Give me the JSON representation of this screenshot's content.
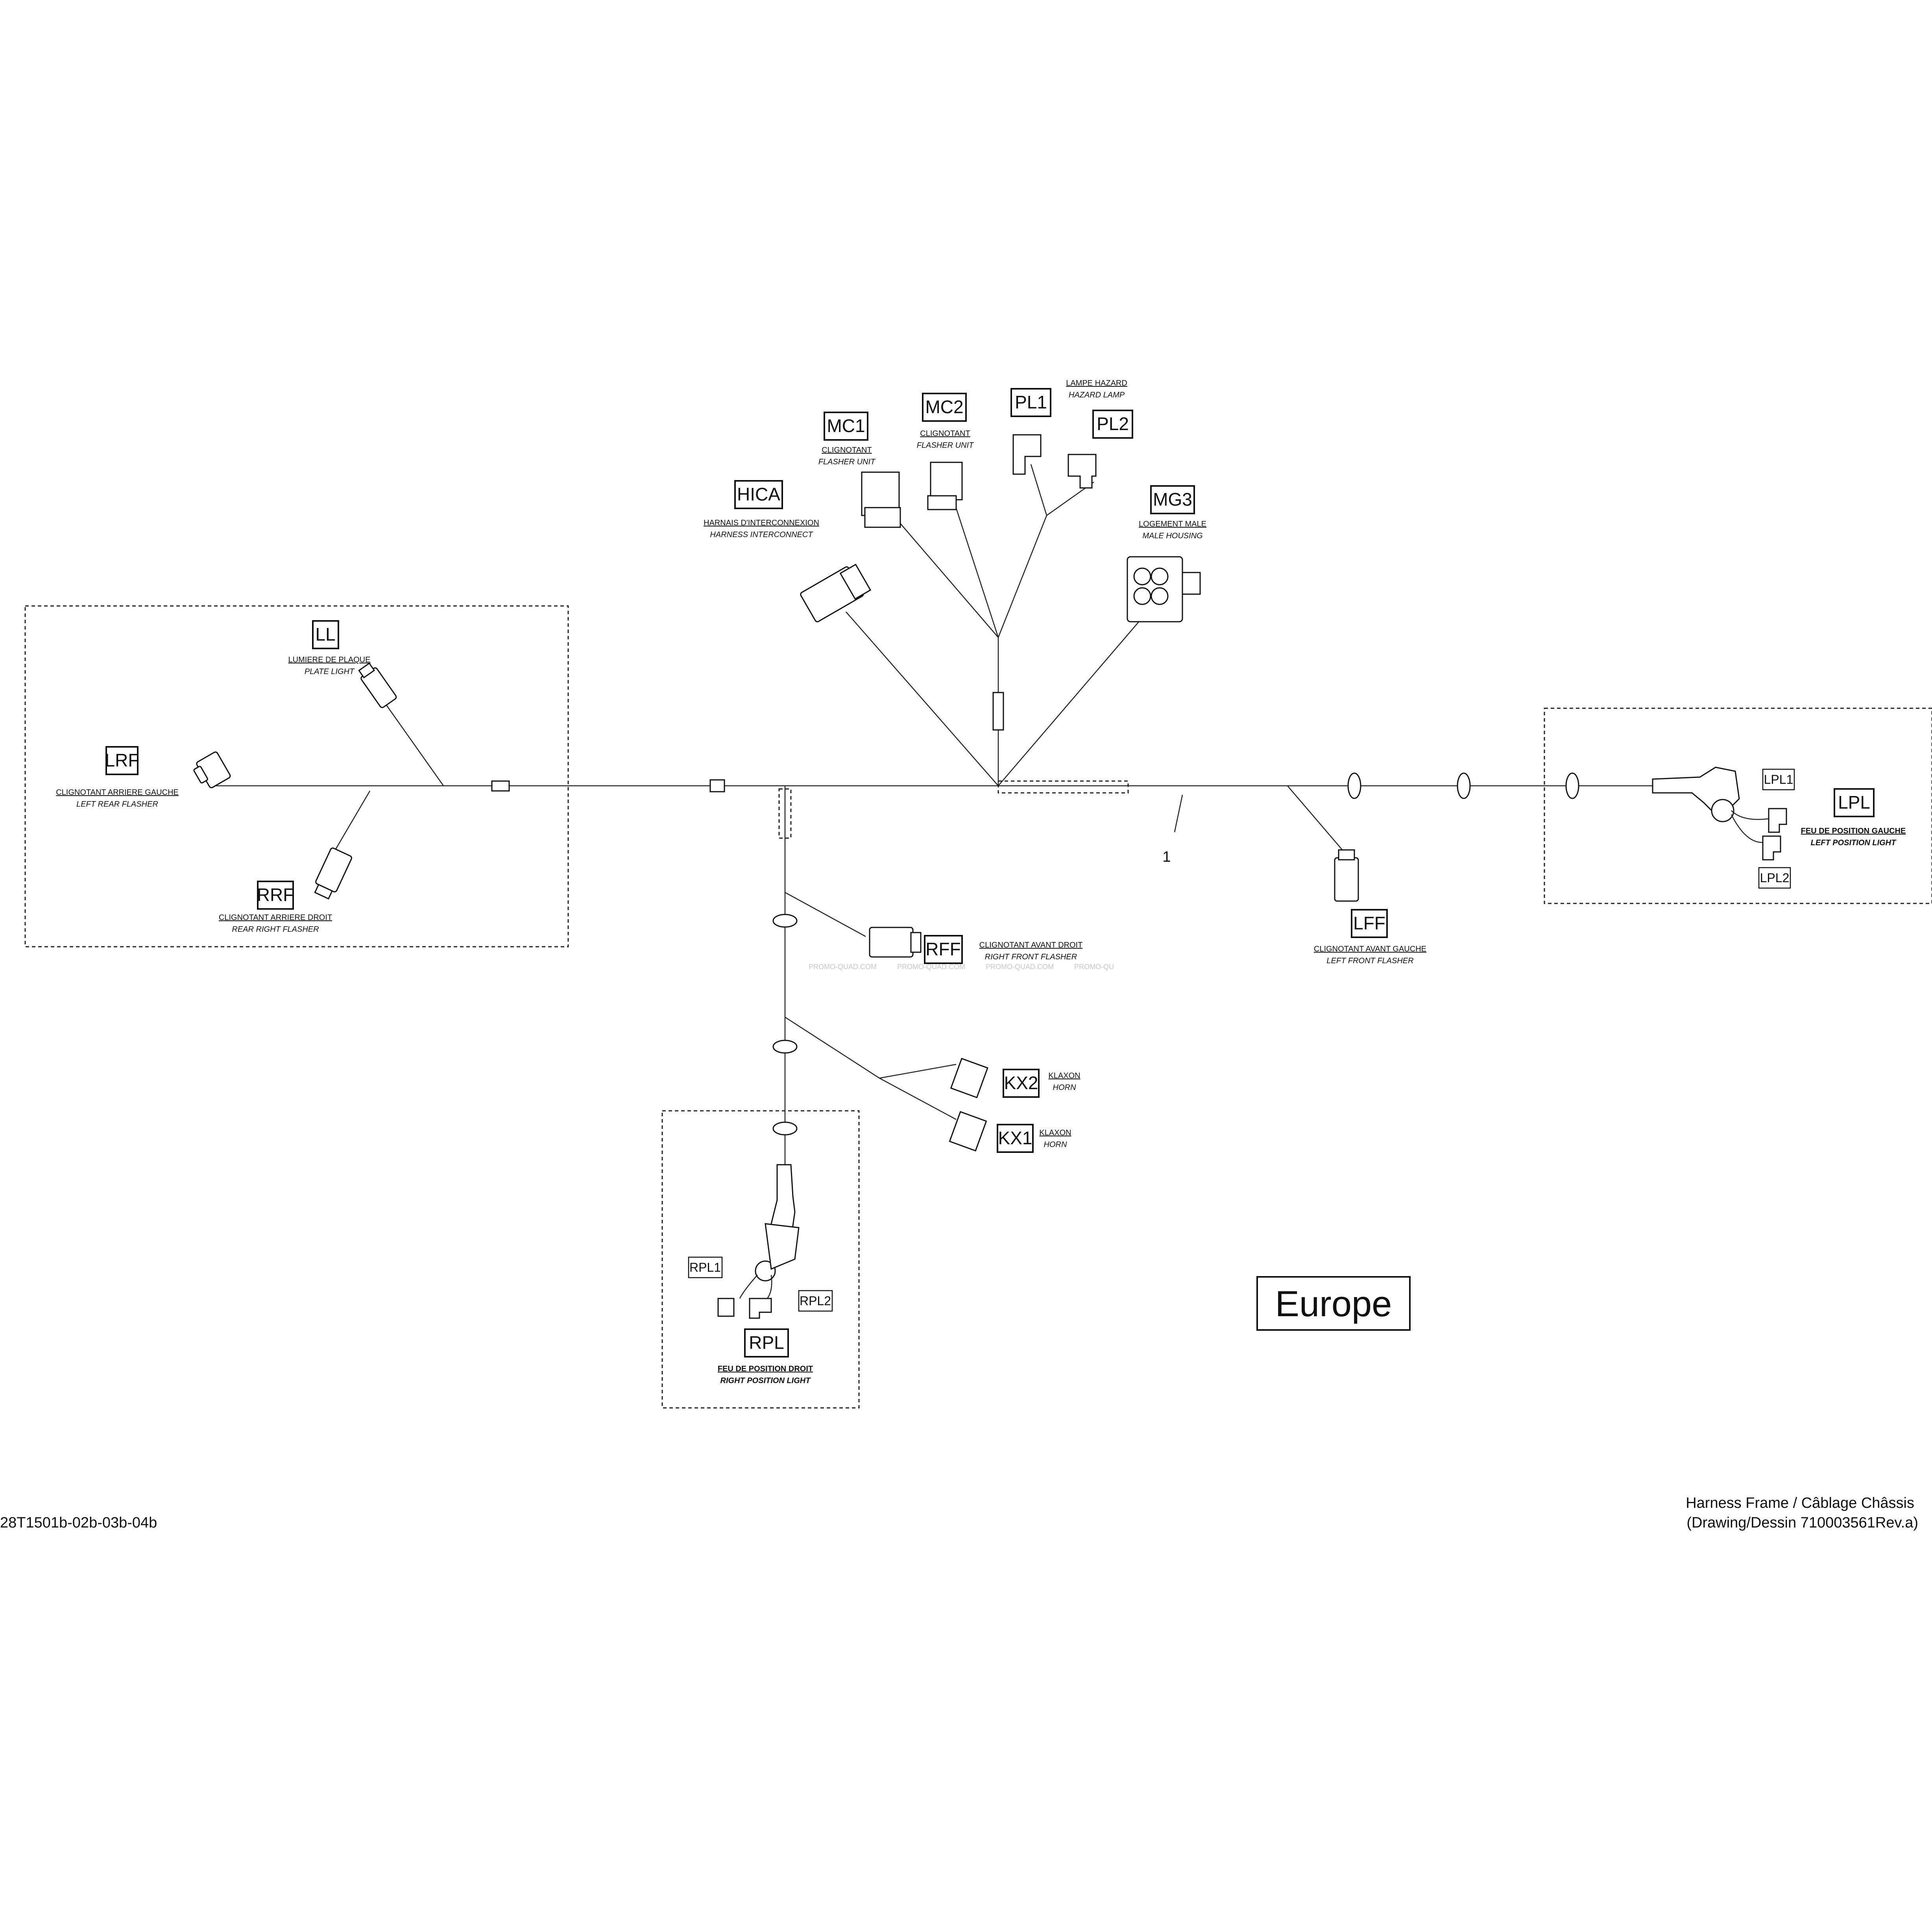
{
  "diagram": {
    "region_label": "Europe",
    "callout_number": "1",
    "drawing_ref": "28T1501b-02b-03b-04b",
    "title_line1": "Harness Frame / Câblage Châssis",
    "title_line2": "(Drawing/Dessin 710003561Rev.a)",
    "watermark": [
      "PROMO-QUAD.COM",
      "PROMO-QUAD.COM",
      "PROMO-QUAD.COM",
      "PROMO-QU"
    ]
  },
  "connectors": {
    "LRF": {
      "tag": "LRF",
      "fr": "CLIGNOTANT ARRIERE GAUCHE",
      "en": "LEFT REAR FLASHER"
    },
    "LL": {
      "tag": "LL",
      "fr": "LUMIERE DE PLAQUE",
      "en": "PLATE LIGHT"
    },
    "RRF": {
      "tag": "RRF",
      "fr": "CLIGNOTANT ARRIERE DROIT",
      "en": "REAR RIGHT FLASHER"
    },
    "HICA": {
      "tag": "HICA",
      "fr": "HARNAIS D'INTERCONNEXION",
      "en": "HARNESS INTERCONNECT"
    },
    "MC1": {
      "tag": "MC1",
      "fr": "CLIGNOTANT",
      "en": "FLASHER UNIT"
    },
    "MC2": {
      "tag": "MC2",
      "fr": "CLIGNOTANT",
      "en": "FLASHER UNIT"
    },
    "PL1": {
      "tag": "PL1",
      "fr": "LAMPE HAZARD",
      "en": "HAZARD LAMP"
    },
    "PL2": {
      "tag": "PL2"
    },
    "MG3": {
      "tag": "MG3",
      "fr": "LOGEMENT MALE",
      "en": "MALE HOUSING"
    },
    "LFF": {
      "tag": "LFF",
      "fr": "CLIGNOTANT AVANT GAUCHE",
      "en": "LEFT FRONT FLASHER"
    },
    "LPL": {
      "tag": "LPL",
      "fr": "FEU DE POSITION GAUCHE",
      "en": "LEFT POSITION LIGHT"
    },
    "LPL1": {
      "tag": "LPL1"
    },
    "LPL2": {
      "tag": "LPL2"
    },
    "RFF": {
      "tag": "RFF",
      "fr": "CLIGNOTANT AVANT DROIT",
      "en": "RIGHT FRONT FLASHER"
    },
    "KX2": {
      "tag": "KX2",
      "fr": "KLAXON",
      "en": "HORN"
    },
    "KX1": {
      "tag": "KX1",
      "fr": "KLAXON",
      "en": "HORN"
    },
    "RPL": {
      "tag": "RPL",
      "fr": "FEU DE POSITION DROIT",
      "en": "RIGHT POSITION LIGHT"
    },
    "RPL1": {
      "tag": "RPL1"
    },
    "RPL2": {
      "tag": "RPL2"
    }
  }
}
